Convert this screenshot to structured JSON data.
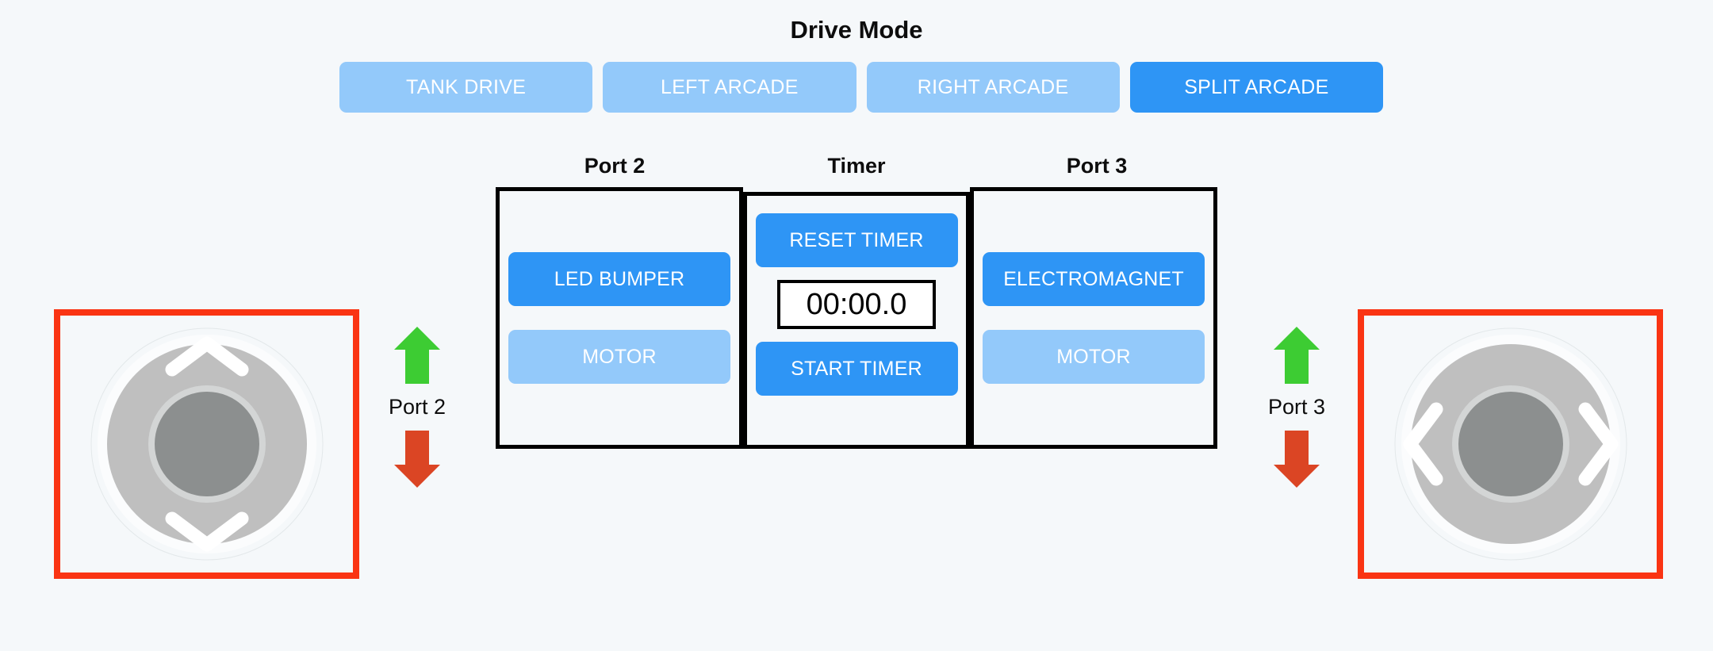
{
  "header": {
    "title": "Drive Mode"
  },
  "drive_modes": {
    "options": [
      {
        "label": "TANK DRIVE",
        "name": "tank-drive",
        "active": false
      },
      {
        "label": "LEFT ARCADE",
        "name": "left-arcade",
        "active": false
      },
      {
        "label": "RIGHT ARCADE",
        "name": "right-arcade",
        "active": false
      },
      {
        "label": "SPLIT ARCADE",
        "name": "split-arcade",
        "active": true
      }
    ],
    "selected": "SPLIT ARCADE"
  },
  "panel": {
    "columns": {
      "port2": {
        "label": "Port 2",
        "buttons": [
          {
            "label": "LED BUMPER",
            "state": "active"
          },
          {
            "label": "MOTOR",
            "state": "inactive"
          }
        ]
      },
      "timer": {
        "label": "Timer",
        "reset_label": "RESET TIMER",
        "display": "00:00.0",
        "start_label": "START TIMER"
      },
      "port3": {
        "label": "Port 3",
        "buttons": [
          {
            "label": "ELECTROMAGNET",
            "state": "active"
          },
          {
            "label": "MOTOR",
            "state": "inactive"
          }
        ]
      }
    }
  },
  "indicators": {
    "left": {
      "label": "Port 2",
      "up_icon": "arrow-up-icon",
      "down_icon": "arrow-down-icon"
    },
    "right": {
      "label": "Port 3",
      "up_icon": "arrow-up-icon",
      "down_icon": "arrow-down-icon"
    }
  },
  "joysticks": {
    "left": {
      "axis": "vertical",
      "up_icon": "chevron-up-icon",
      "down_icon": "chevron-down-icon"
    },
    "right": {
      "axis": "horizontal",
      "left_icon": "chevron-left-icon",
      "right_icon": "chevron-right-icon"
    }
  },
  "colors": {
    "background": "#f5f8fa",
    "accent_active": "#2e95f5",
    "accent_inactive": "#93c9fa",
    "border_highlight": "#fa3413",
    "arrow_up": "#3dcc33",
    "arrow_down": "#db4524",
    "panel_border": "#000000",
    "joystick_base": "#bcbcbc",
    "joystick_knob": "#8c8c8c"
  }
}
